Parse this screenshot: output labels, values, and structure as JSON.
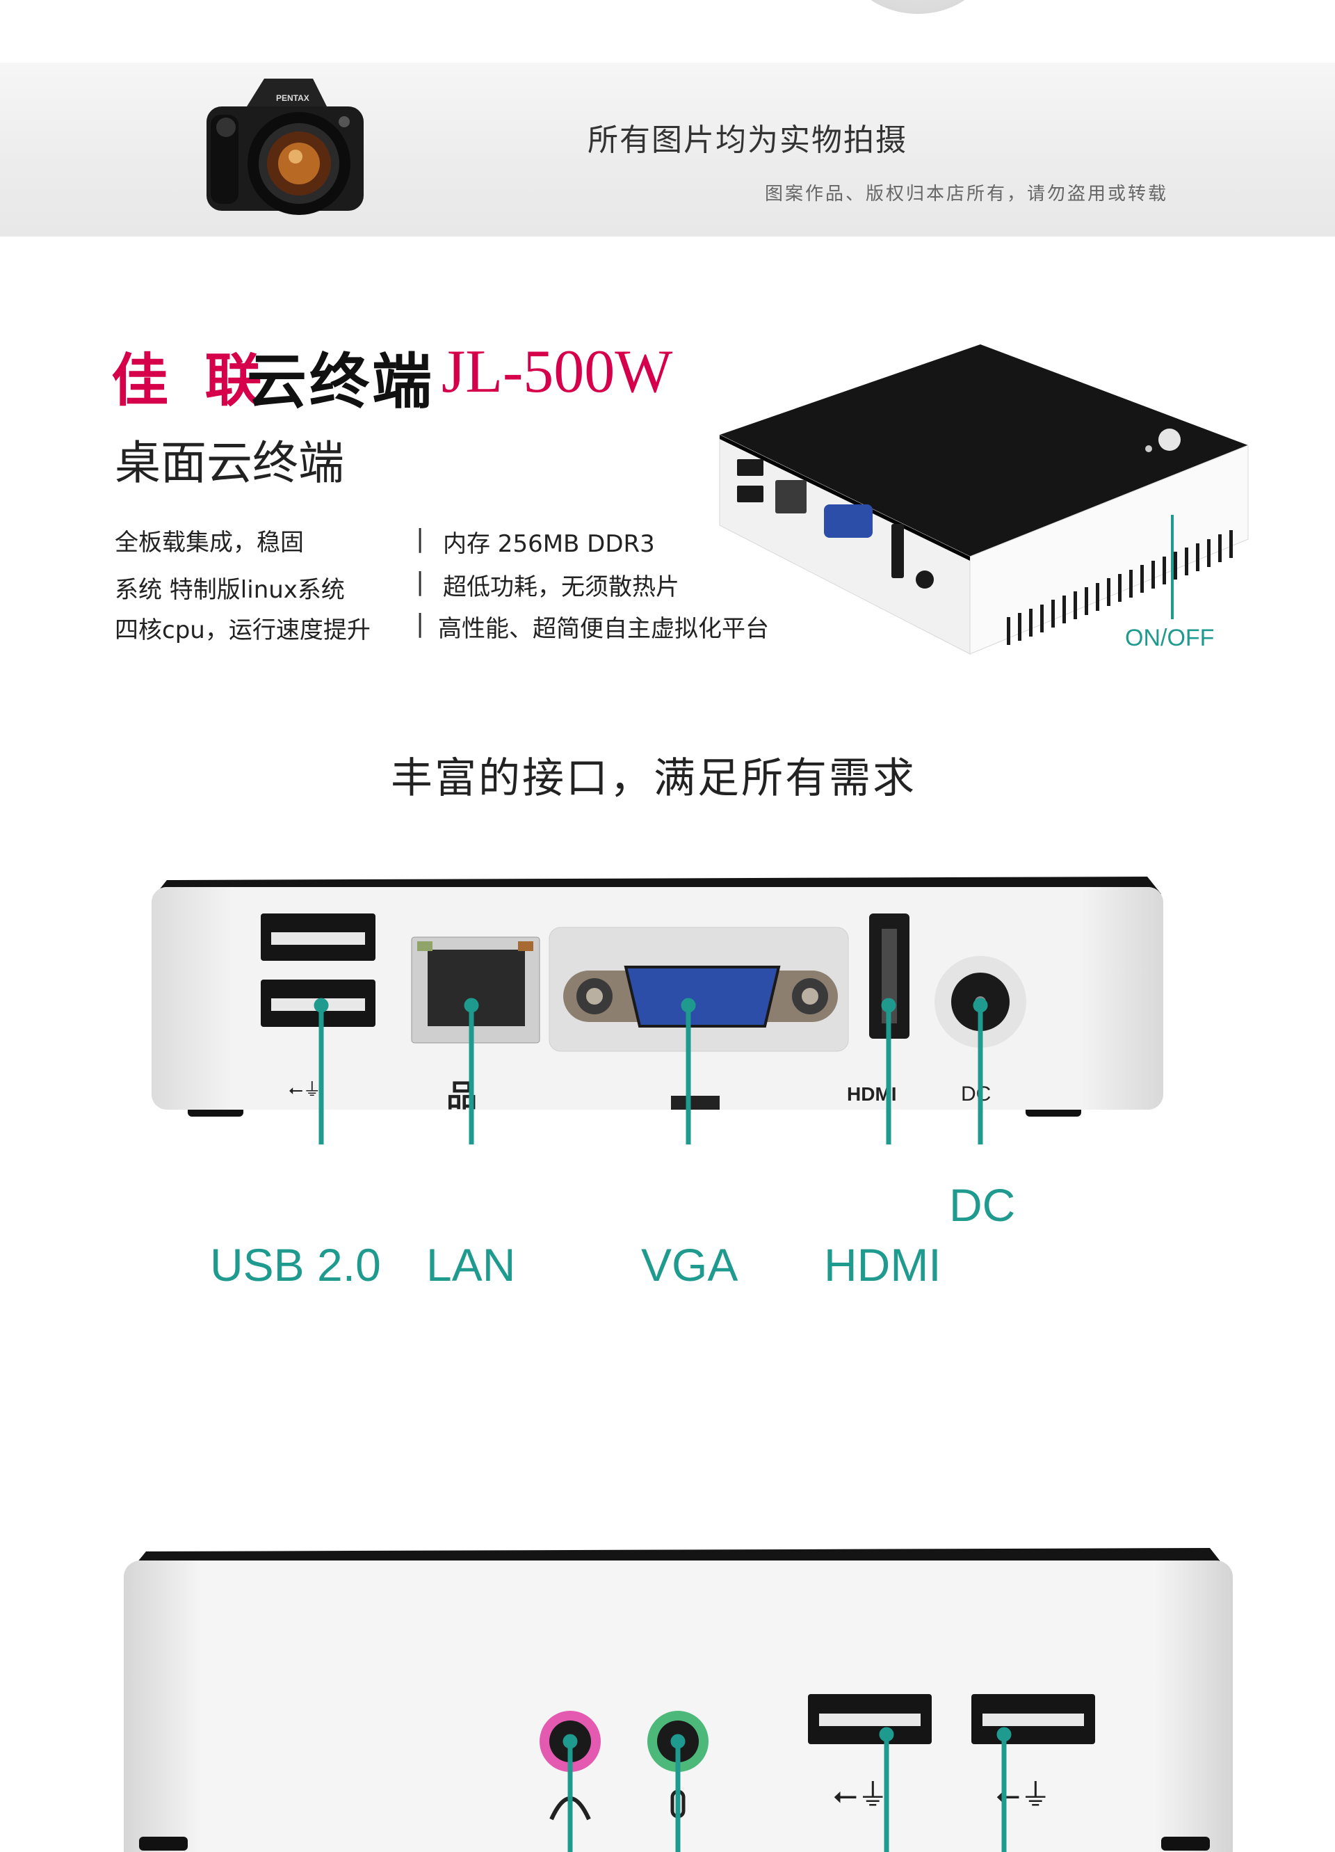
{
  "banner": {
    "title": "所有图片均为实物拍摄",
    "notice": "图案作品、版权归本店所有，请勿盗用或转载",
    "camera_badge": "PENTAX"
  },
  "product": {
    "brand": "佳 联",
    "product_type": "云终端",
    "model": "JL-500W",
    "subtitle": "桌面云终端",
    "features_left": [
      "全板载集成，稳固",
      "系统  特制版linux系统",
      "四核cpu，运行速度提升"
    ],
    "features_right": [
      "内存  256MB DDR3",
      "超低功耗，无须散热片",
      "高性能、超简便自主虚拟化平台"
    ],
    "separator": "|",
    "power_label": "ON/OFF"
  },
  "interfaces": {
    "heading": "丰富的接口，满足所有需求",
    "labels": {
      "usb": "USB 2.0",
      "lan": "LAN",
      "vga": "VGA",
      "hdmi": "HDMI",
      "dc": "DC"
    },
    "panel_marks": {
      "hdmi": "HDMI",
      "dc": "DC"
    }
  },
  "colors": {
    "brand_red": "#d6004a",
    "callout_teal": "#1f9a8e"
  }
}
